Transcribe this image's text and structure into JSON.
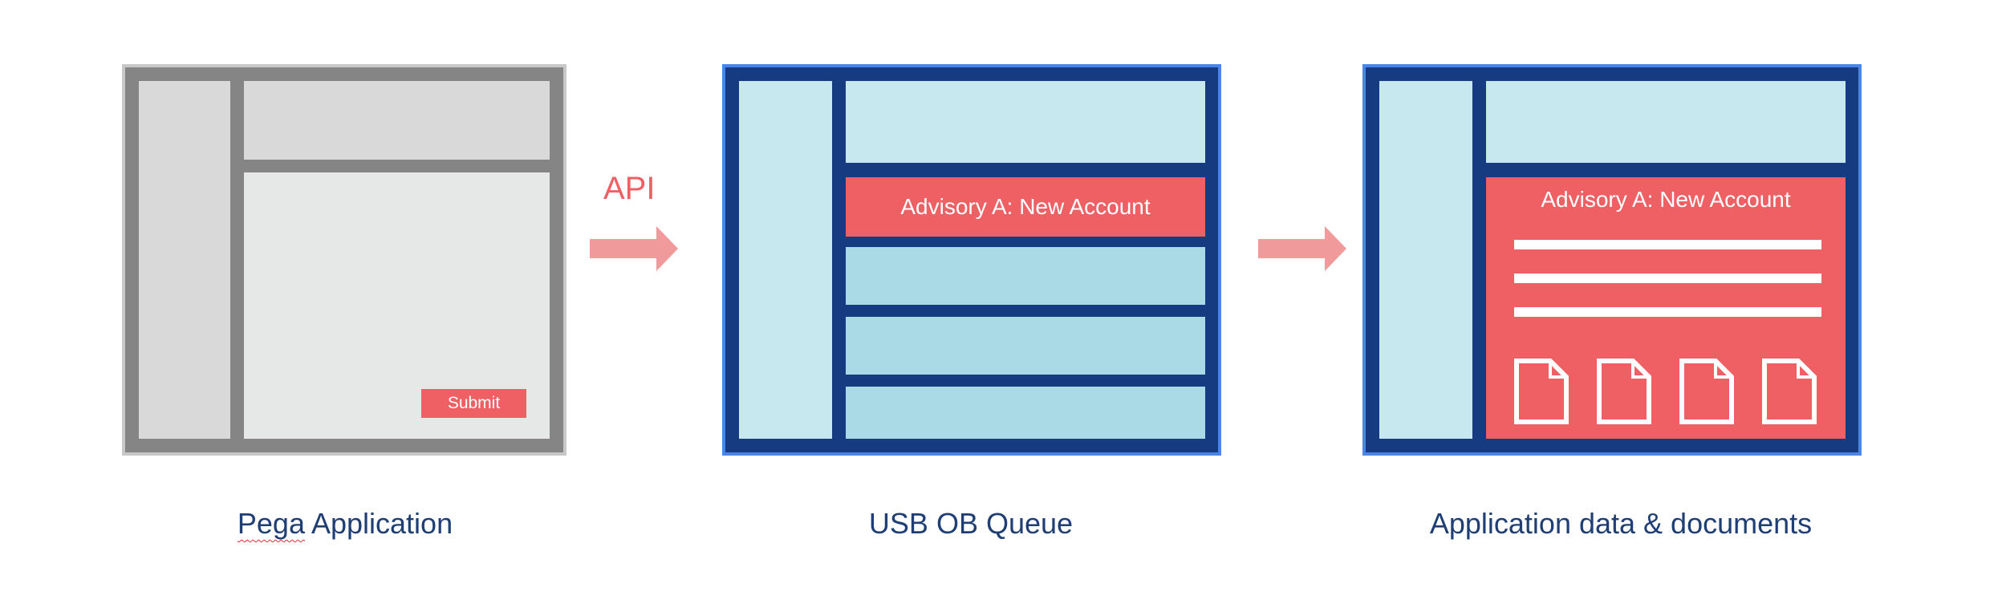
{
  "panels": {
    "pega": {
      "submit_label": "Submit",
      "caption_misspelled_word": "Pega",
      "caption_rest": " Application"
    },
    "queue": {
      "advisory_label": "Advisory A: New Account",
      "caption": "USB OB Queue"
    },
    "details": {
      "advisory_label": "Advisory A: New Account",
      "caption": "Application data & documents"
    }
  },
  "connector": {
    "label": "API"
  },
  "colors": {
    "accent_red": "#ee6064",
    "arrow_pink": "#f19a9c",
    "frame_blue": "#173b81",
    "border_blue": "#4a86e8",
    "light_blue": "#c7e8ef",
    "row_blue": "#a9dae6",
    "frame_gray": "#858585",
    "caption_navy": "#1f3f74"
  }
}
